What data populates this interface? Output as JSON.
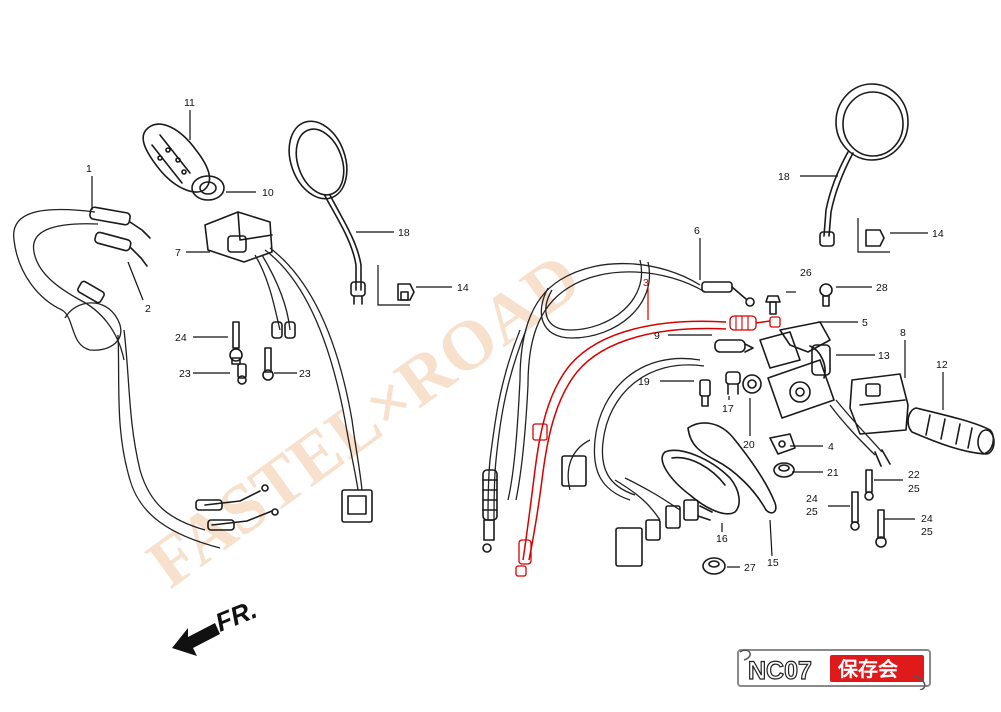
{
  "watermark": "FASTEL×ROAD",
  "direction": {
    "label": "FR."
  },
  "logo": {
    "code": "NC07",
    "kanji": "保存会",
    "accent": "#e0191b"
  },
  "highlight_color": "#d80000",
  "callouts": {
    "c1": "1",
    "c2": "2",
    "c3": "3",
    "c4": "4",
    "c5": "5",
    "c6": "6",
    "c7": "7",
    "c8": "8",
    "c9": "9",
    "c10": "10",
    "c11": "11",
    "c12": "12",
    "c13": "13",
    "c14a": "14",
    "c14b": "14",
    "c15": "15",
    "c16": "16",
    "c17": "17",
    "c18a": "18",
    "c18b": "18",
    "c19": "19",
    "c20": "20",
    "c21": "21",
    "c22": "22",
    "c23a": "23",
    "c23b": "23",
    "c24a": "24",
    "c24b": "24",
    "c24c": "24",
    "c25a": "25",
    "c25b": "25",
    "c25c": "25",
    "c26": "26",
    "c27": "27",
    "c28": "28"
  }
}
